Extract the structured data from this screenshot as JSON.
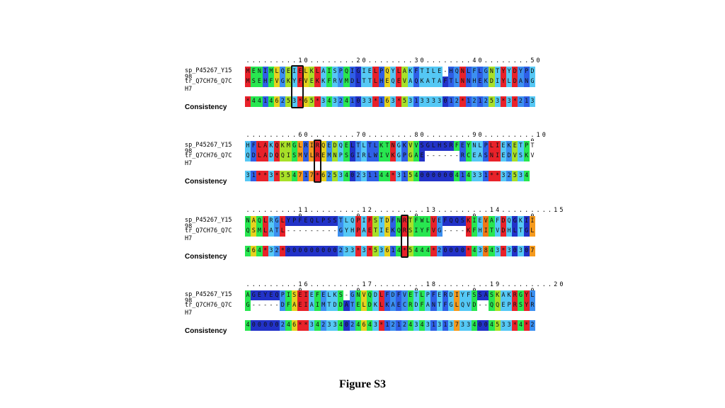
{
  "caption": "Figure S3",
  "row_labels": {
    "seq1_line1": "sp_P45267_Y15",
    "seq1_line2": "98",
    "seq2_line1": "tr_Q7CH76_Q7C",
    "seq2_line2": "H7",
    "consistency": "Consistency"
  },
  "ruler_first_line": [
    ".........10........20........30........40........50",
    ".........60........70........80........90.........10",
    ".........11.........12.........13.........14.........15",
    ".........16.........17.........18.........19.........20"
  ],
  "ruler_second_line": [
    "",
    "0",
    "0 0 0 0 0",
    "0 0 0 0 0"
  ],
  "blocks": [
    {
      "seq1": "MENIMLQEIE LKLAISPQIG IELPQYLAKF TILE-HQNLF LGNTYYDYPD",
      "seq2": "MSEHFVGKYF VEKKFRVMDL TTLHEQEVAQ KATAFTLNNH EKDIYLDANG",
      "cons": "*44146253* 65*3432410 33*163*531 3333012*12 1253*3*213"
    },
    {
      "seq1": "HFLAKQKMGL RIRQEDQELT LTLKTNGKVV SGLHSRFEYN LPLIEKETPT",
      "seq2": "QDLADQQISM VLREMNPSGI RLWIVKGPGA E------RCE ASNIEDVSKV",
      "cons": "31**3*5547 17*625340 231144*315 4000000414 331**32534"
    },
    {
      "seq1": "NAQLRGLYPF EQLPSSTLQP IFSTDFNRTF WLVEFQQSKI EVAFDQGKII",
      "seq2": "QSMLATL--- ------GYHP AETIEKQRSI YFVG----KF HITVDHLTGL",
      "cons": "464*32*000 000000233* 3*53614*54 44*20000*4 3843*30307"
    },
    {
      "seq1": "AGEYEQPISE IEFELKS-GN VQDLFDFVET LPFERDIYFS SASKAKRGYL",
      "seq2": "G-----DFAE IAIMTDDATE LDKLKAECRD FANTFGLQVD --QQEPRSYR",
      "cons": "400000246* *342334024 643*121243 4313137334 004533*4*2"
    }
  ],
  "colors": {
    "score_0": "#2232c8",
    "score_1": "#2f5fe6",
    "score_2": "#3c8ff0",
    "score_3": "#55c8f5",
    "score_4": "#28e650",
    "score_5": "#a8e028",
    "score_6": "#e6d21e",
    "score_7": "#f59a1e",
    "score_8": "#f07818",
    "score_9": "#e84a18",
    "score_star": "#e8222a",
    "gap": "#ffffff"
  }
}
